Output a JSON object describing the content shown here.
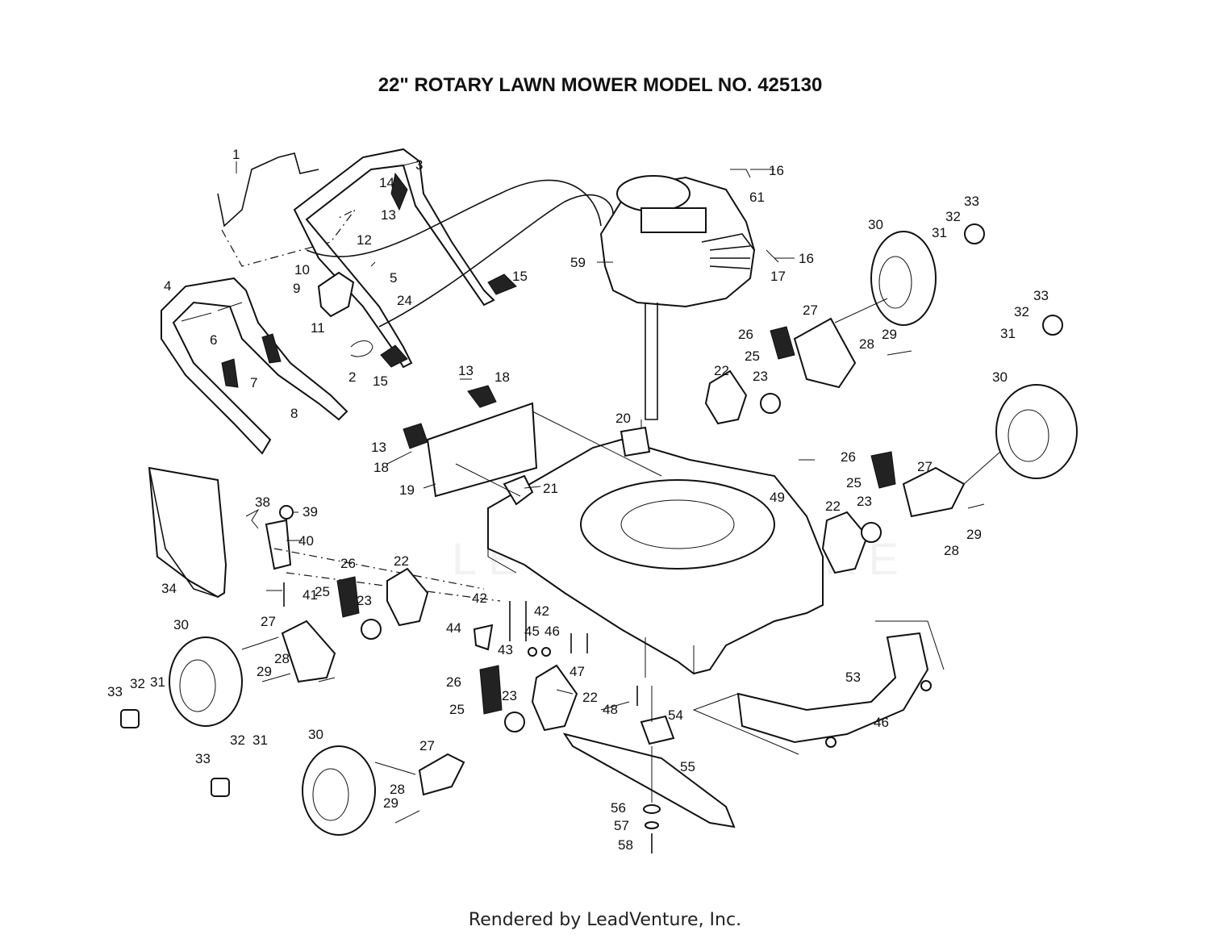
{
  "title": "22\" ROTARY LAWN MOWER MODEL NO. 425130",
  "footer": "Rendered by LeadVenture, Inc.",
  "watermark": "LEADVENTURE",
  "callouts": [
    {
      "id": "c1",
      "label": "1"
    },
    {
      "id": "c2",
      "label": "2"
    },
    {
      "id": "c3",
      "label": "3"
    },
    {
      "id": "c4",
      "label": "4"
    },
    {
      "id": "c5",
      "label": "5"
    },
    {
      "id": "c6",
      "label": "6"
    },
    {
      "id": "c7",
      "label": "7"
    },
    {
      "id": "c8",
      "label": "8"
    },
    {
      "id": "c9",
      "label": "9"
    },
    {
      "id": "c10",
      "label": "10"
    },
    {
      "id": "c11",
      "label": "11"
    },
    {
      "id": "c12",
      "label": "12"
    },
    {
      "id": "c13a",
      "label": "13"
    },
    {
      "id": "c13b",
      "label": "13"
    },
    {
      "id": "c13c",
      "label": "13"
    },
    {
      "id": "c14",
      "label": "14"
    },
    {
      "id": "c15a",
      "label": "15"
    },
    {
      "id": "c15b",
      "label": "15"
    },
    {
      "id": "c16a",
      "label": "16"
    },
    {
      "id": "c16b",
      "label": "16"
    },
    {
      "id": "c17",
      "label": "17"
    },
    {
      "id": "c18a",
      "label": "18"
    },
    {
      "id": "c18b",
      "label": "18"
    },
    {
      "id": "c19",
      "label": "19"
    },
    {
      "id": "c20",
      "label": "20"
    },
    {
      "id": "c21",
      "label": "21"
    },
    {
      "id": "c22a",
      "label": "22"
    },
    {
      "id": "c22b",
      "label": "22"
    },
    {
      "id": "c22c",
      "label": "22"
    },
    {
      "id": "c22d",
      "label": "22"
    },
    {
      "id": "c23a",
      "label": "23"
    },
    {
      "id": "c23b",
      "label": "23"
    },
    {
      "id": "c23c",
      "label": "23"
    },
    {
      "id": "c23d",
      "label": "23"
    },
    {
      "id": "c24",
      "label": "24"
    },
    {
      "id": "c25a",
      "label": "25"
    },
    {
      "id": "c25b",
      "label": "25"
    },
    {
      "id": "c25c",
      "label": "25"
    },
    {
      "id": "c25d",
      "label": "25"
    },
    {
      "id": "c26a",
      "label": "26"
    },
    {
      "id": "c26b",
      "label": "26"
    },
    {
      "id": "c26c",
      "label": "26"
    },
    {
      "id": "c26d",
      "label": "26"
    },
    {
      "id": "c27a",
      "label": "27"
    },
    {
      "id": "c27b",
      "label": "27"
    },
    {
      "id": "c27c",
      "label": "27"
    },
    {
      "id": "c27d",
      "label": "27"
    },
    {
      "id": "c28a",
      "label": "28"
    },
    {
      "id": "c28b",
      "label": "28"
    },
    {
      "id": "c28c",
      "label": "28"
    },
    {
      "id": "c28d",
      "label": "28"
    },
    {
      "id": "c29a",
      "label": "29"
    },
    {
      "id": "c29b",
      "label": "29"
    },
    {
      "id": "c29c",
      "label": "29"
    },
    {
      "id": "c29d",
      "label": "29"
    },
    {
      "id": "c30a",
      "label": "30"
    },
    {
      "id": "c30b",
      "label": "30"
    },
    {
      "id": "c30c",
      "label": "30"
    },
    {
      "id": "c30d",
      "label": "30"
    },
    {
      "id": "c31a",
      "label": "31"
    },
    {
      "id": "c31b",
      "label": "31"
    },
    {
      "id": "c31c",
      "label": "31"
    },
    {
      "id": "c31d",
      "label": "31"
    },
    {
      "id": "c32a",
      "label": "32"
    },
    {
      "id": "c32b",
      "label": "32"
    },
    {
      "id": "c32c",
      "label": "32"
    },
    {
      "id": "c32d",
      "label": "32"
    },
    {
      "id": "c33a",
      "label": "33"
    },
    {
      "id": "c33b",
      "label": "33"
    },
    {
      "id": "c33c",
      "label": "33"
    },
    {
      "id": "c33d",
      "label": "33"
    },
    {
      "id": "c34",
      "label": "34"
    },
    {
      "id": "c38",
      "label": "38"
    },
    {
      "id": "c39",
      "label": "39"
    },
    {
      "id": "c40",
      "label": "40"
    },
    {
      "id": "c41",
      "label": "41"
    },
    {
      "id": "c42a",
      "label": "42"
    },
    {
      "id": "c42b",
      "label": "42"
    },
    {
      "id": "c43",
      "label": "43"
    },
    {
      "id": "c44",
      "label": "44"
    },
    {
      "id": "c45",
      "label": "45"
    },
    {
      "id": "c46a",
      "label": "46"
    },
    {
      "id": "c46b",
      "label": "46"
    },
    {
      "id": "c47",
      "label": "47"
    },
    {
      "id": "c48",
      "label": "48"
    },
    {
      "id": "c49",
      "label": "49"
    },
    {
      "id": "c53",
      "label": "53"
    },
    {
      "id": "c54",
      "label": "54"
    },
    {
      "id": "c55",
      "label": "55"
    },
    {
      "id": "c56",
      "label": "56"
    },
    {
      "id": "c57",
      "label": "57"
    },
    {
      "id": "c58",
      "label": "58"
    },
    {
      "id": "c59",
      "label": "59"
    },
    {
      "id": "c61",
      "label": "61"
    }
  ]
}
